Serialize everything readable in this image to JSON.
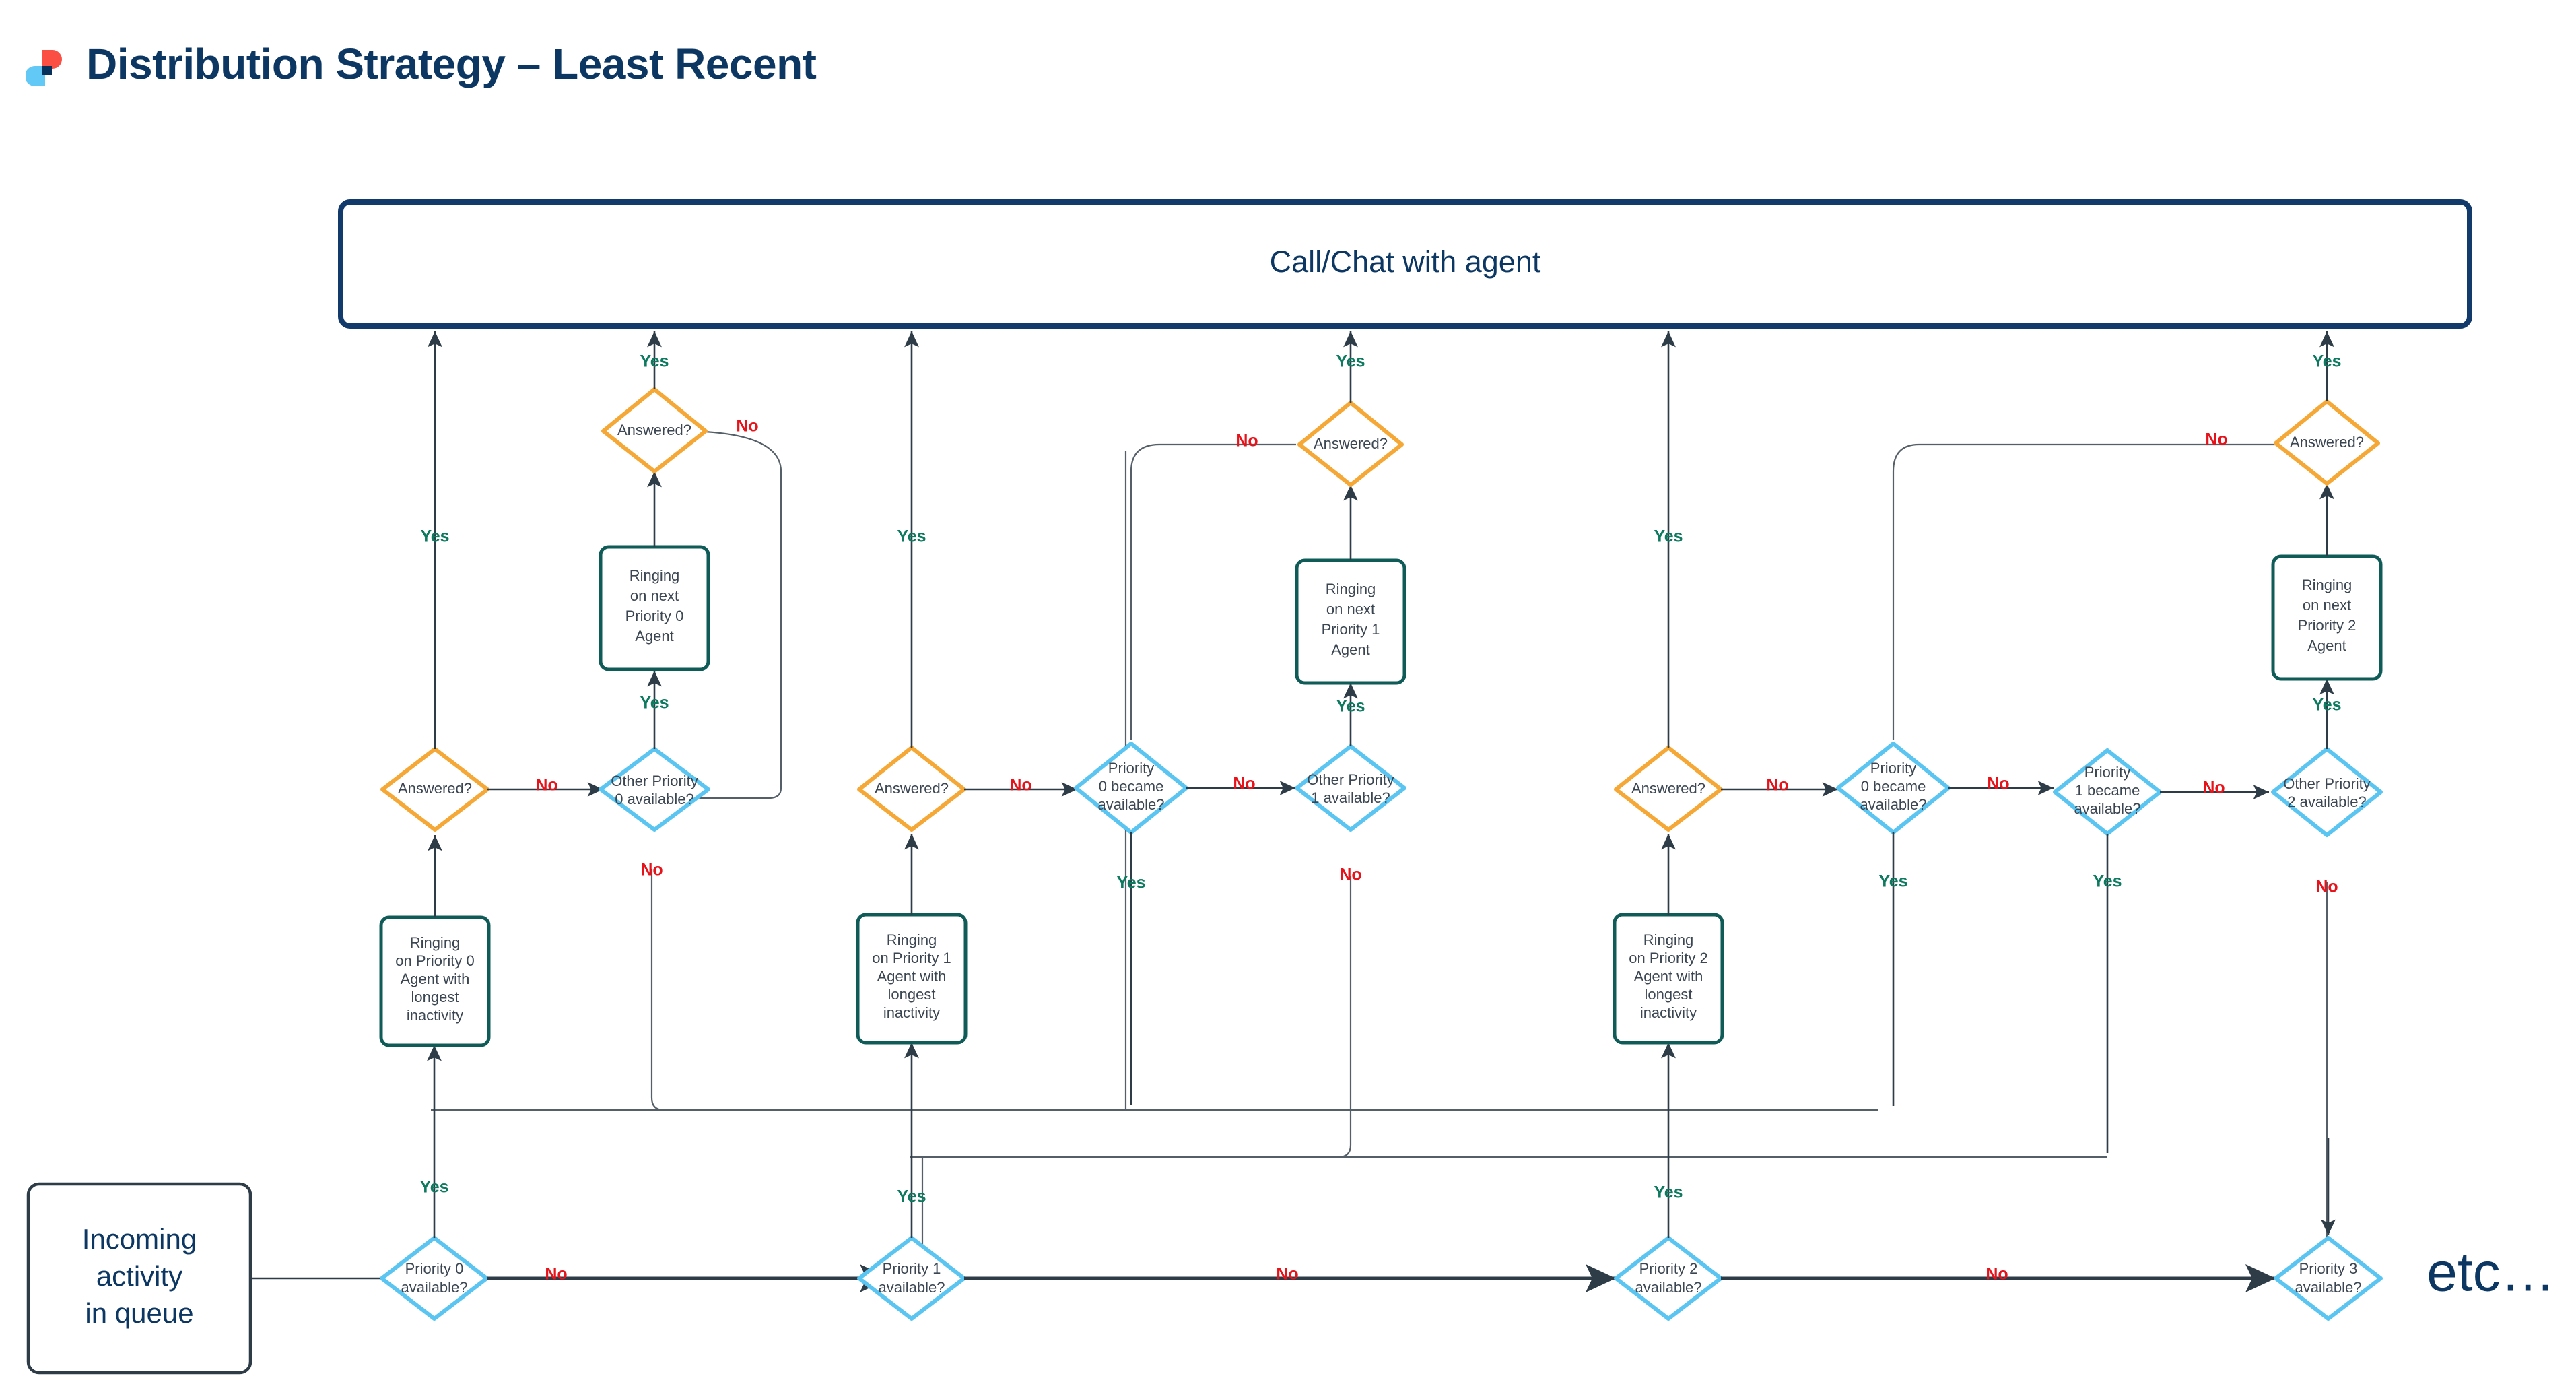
{
  "header": {
    "title": "Distribution Strategy – Least Recent",
    "logo_colors": {
      "red": "#fc4f43",
      "blue": "#62c8f5",
      "navy": "#05315c"
    },
    "title_color": "#0c3763"
  },
  "palette": {
    "navy": "#123a6b",
    "teal": "#0f5b57",
    "orange": "#f5a836",
    "lightblue": "#5bc5f2",
    "dark": "#2e3c48",
    "yes": "#0d7a5f",
    "no": "#e8131a",
    "text": "#3b4652"
  },
  "labels": {
    "yes": "Yes",
    "no": "No",
    "etc": "etc…"
  },
  "banner": {
    "text": "Call/Chat with agent"
  },
  "queue": {
    "lines": [
      "Incoming",
      "activity",
      "in queue"
    ]
  },
  "nodes": {
    "priority0_available": {
      "lines": [
        "Priority 0",
        "available?"
      ],
      "shape": "diamond",
      "color": "lightblue"
    },
    "priority1_available": {
      "lines": [
        "Priority 1",
        "available?"
      ],
      "shape": "diamond",
      "color": "lightblue"
    },
    "priority2_available": {
      "lines": [
        "Priority 2",
        "available?"
      ],
      "shape": "diamond",
      "color": "lightblue"
    },
    "priority3_available": {
      "lines": [
        "Priority 3",
        "available?"
      ],
      "shape": "diamond",
      "color": "lightblue"
    },
    "ringing_p0_longest": {
      "lines": [
        "Ringing",
        "on Priority 0",
        "Agent with",
        "longest",
        "inactivity"
      ],
      "shape": "rect",
      "color": "teal"
    },
    "ringing_p1_longest": {
      "lines": [
        "Ringing",
        "on Priority 1",
        "Agent with",
        "longest",
        "inactivity"
      ],
      "shape": "rect",
      "color": "teal"
    },
    "ringing_p2_longest": {
      "lines": [
        "Ringing",
        "on Priority 2",
        "Agent with",
        "longest",
        "inactivity"
      ],
      "shape": "rect",
      "color": "teal"
    },
    "answered_a0": {
      "lines": [
        "Answered?"
      ],
      "shape": "diamond",
      "color": "orange"
    },
    "answered_a1": {
      "lines": [
        "Answered?"
      ],
      "shape": "diamond",
      "color": "orange"
    },
    "answered_a2": {
      "lines": [
        "Answered?"
      ],
      "shape": "diamond",
      "color": "orange"
    },
    "answered_b0": {
      "lines": [
        "Answered?"
      ],
      "shape": "diamond",
      "color": "orange"
    },
    "answered_b1": {
      "lines": [
        "Answered?"
      ],
      "shape": "diamond",
      "color": "orange"
    },
    "answered_b2": {
      "lines": [
        "Answered?"
      ],
      "shape": "diamond",
      "color": "orange"
    },
    "other_p0_available": {
      "lines": [
        "Other Priority",
        "0 available?"
      ],
      "shape": "diamond",
      "color": "lightblue"
    },
    "other_p1_available": {
      "lines": [
        "Other Priority",
        "1 available?"
      ],
      "shape": "diamond",
      "color": "lightblue"
    },
    "other_p2_available": {
      "lines": [
        "Other Priority",
        "2 available?"
      ],
      "shape": "diamond",
      "color": "lightblue"
    },
    "ringing_next_p0": {
      "lines": [
        "Ringing",
        "on next",
        "Priority 0",
        "Agent"
      ],
      "shape": "rect",
      "color": "teal"
    },
    "ringing_next_p1": {
      "lines": [
        "Ringing",
        "on next",
        "Priority 1",
        "Agent"
      ],
      "shape": "rect",
      "color": "teal"
    },
    "ringing_next_p2": {
      "lines": [
        "Ringing",
        "on next",
        "Priority 2",
        "Agent"
      ],
      "shape": "rect",
      "color": "teal"
    },
    "p0_became_available_m": {
      "lines": [
        "Priority",
        "0 became",
        "available?"
      ],
      "shape": "diamond",
      "color": "lightblue"
    },
    "p0_became_available_r": {
      "lines": [
        "Priority",
        "0 became",
        "available?"
      ],
      "shape": "diamond",
      "color": "lightblue"
    },
    "p1_became_available_r": {
      "lines": [
        "Priority",
        "1 became",
        "available?"
      ],
      "shape": "diamond",
      "color": "lightblue"
    }
  },
  "edge_labels": {
    "g0_p0_no": "No",
    "g0_p0_yes": "Yes",
    "g0_ans_yes": "Yes",
    "g0_ans_no": "No",
    "g0_other_no": "No",
    "g0_other_yes": "Yes",
    "g0_ans2_yes": "Yes",
    "g0_ans2_no": "No",
    "g1_p1_no": "No",
    "g1_p1_yes": "Yes",
    "g1_ans_yes": "Yes",
    "g1_ans_no": "No",
    "g1_p0b_yes": "Yes",
    "g1_p0b_no": "No",
    "g1_other_no": "No",
    "g1_other_yes": "Yes",
    "g1_ans2_yes": "Yes",
    "g1_ans2_no": "No",
    "g2_p2_no": "No",
    "g2_p2_yes": "Yes",
    "g2_ans_yes": "Yes",
    "g2_ans_no": "No",
    "g2_p0b_yes": "Yes",
    "g2_p0b_no": "No",
    "g2_p1b_yes": "Yes",
    "g2_p1b_no": "No",
    "g2_other_no": "No",
    "g2_other_yes": "Yes",
    "g2_ans2_yes": "Yes",
    "g2_ans2_no": "No"
  }
}
